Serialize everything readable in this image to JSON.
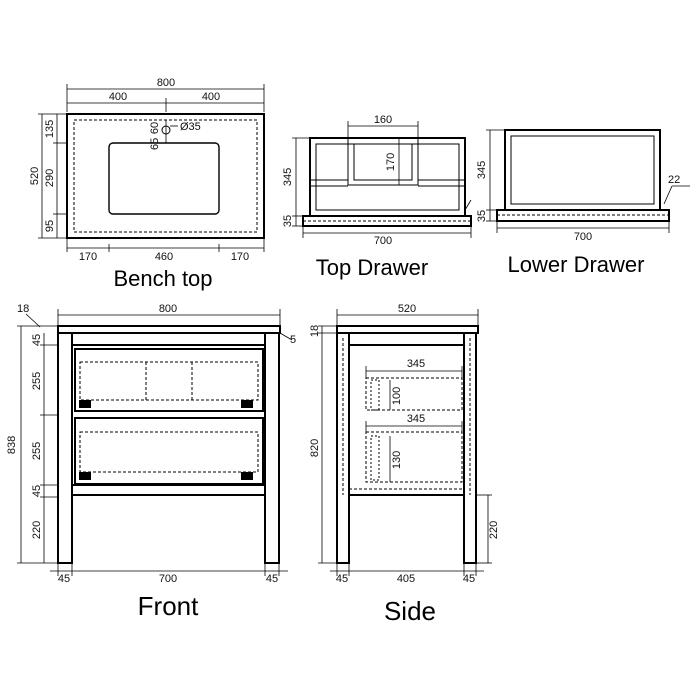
{
  "views": {
    "bench_top": {
      "caption": "Bench top",
      "dims": {
        "width": "800",
        "half_left": "400",
        "half_right": "400",
        "depth": "520",
        "d_top": "135",
        "d_mid": "290",
        "d_bot": "95",
        "tap_a": "65",
        "tap_b": "60",
        "hole": "Ø35",
        "w_left": "170",
        "w_mid": "460",
        "w_right": "170"
      }
    },
    "top_drawer": {
      "caption": "Top  Drawer",
      "dims": {
        "gap": "160",
        "inner_h": "170",
        "height": "345",
        "base": "35",
        "width": "700"
      }
    },
    "lower_drawer": {
      "caption": "Lower  Drawer",
      "dims": {
        "height": "345",
        "base": "35",
        "lip": "22",
        "width": "700"
      }
    },
    "front": {
      "caption": "Front",
      "dims": {
        "top": "800",
        "top_th": "18",
        "overhang": "5",
        "total": "838",
        "rail_top": "45",
        "drawer1": "255",
        "drawer2": "255",
        "rail_bot": "45",
        "leg": "220",
        "leg_left": "45",
        "span": "700",
        "leg_right": "45"
      }
    },
    "side": {
      "caption": "Side",
      "dims": {
        "depth": "520",
        "top_th": "18",
        "body": "820",
        "drawer1_depth": "345",
        "drawer1_h": "100",
        "drawer2_depth": "345",
        "drawer2_h": "130",
        "leg": "220",
        "leg_left": "45",
        "span": "405",
        "leg_right": "45"
      }
    }
  }
}
